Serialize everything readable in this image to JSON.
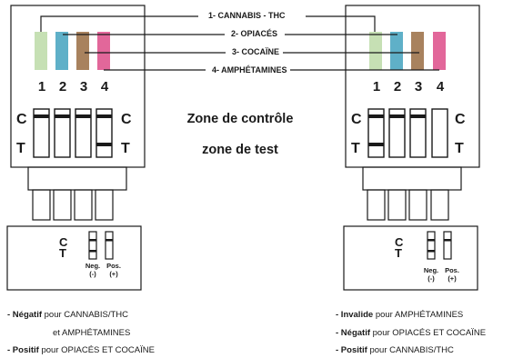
{
  "legend": {
    "items": [
      {
        "label": "1- CANNABIS - THC"
      },
      {
        "label": "2- OPIACÉS"
      },
      {
        "label": "3- COCAÏNE"
      },
      {
        "label": "4- AMPHÉTAMINES"
      }
    ]
  },
  "strip_colors": [
    "#c6e0b4",
    "#5fb0c8",
    "#a8825e",
    "#e2679a"
  ],
  "center": {
    "control_zone": "Zone de contrôle",
    "test_zone": "zone de test"
  },
  "card_numbers": [
    "1",
    "2",
    "3",
    "4"
  ],
  "line_labels": {
    "control": "C",
    "test": "T"
  },
  "reference": {
    "neg": "Neg.",
    "neg_sign": "(-)",
    "pos": "Pos.",
    "pos_sign": "(+)"
  },
  "left_card": {
    "results": [
      {
        "bold": "- Négatif",
        "rest": " pour CANNABIS/THC"
      },
      {
        "bold": "",
        "rest": "et AMPHÉTAMINES"
      },
      {
        "bold": "- Positif",
        "rest": " pour OPIACÉS ET COCAÏNE"
      }
    ]
  },
  "right_card": {
    "results": [
      {
        "bold": "- Invalide",
        "rest": " pour AMPHÉTAMINES"
      },
      {
        "bold": "- Négatif",
        "rest": " pour OPIACÉS ET COCAÏNE"
      },
      {
        "bold": "- Positif",
        "rest": " pour CANNABIS/THC"
      }
    ]
  }
}
